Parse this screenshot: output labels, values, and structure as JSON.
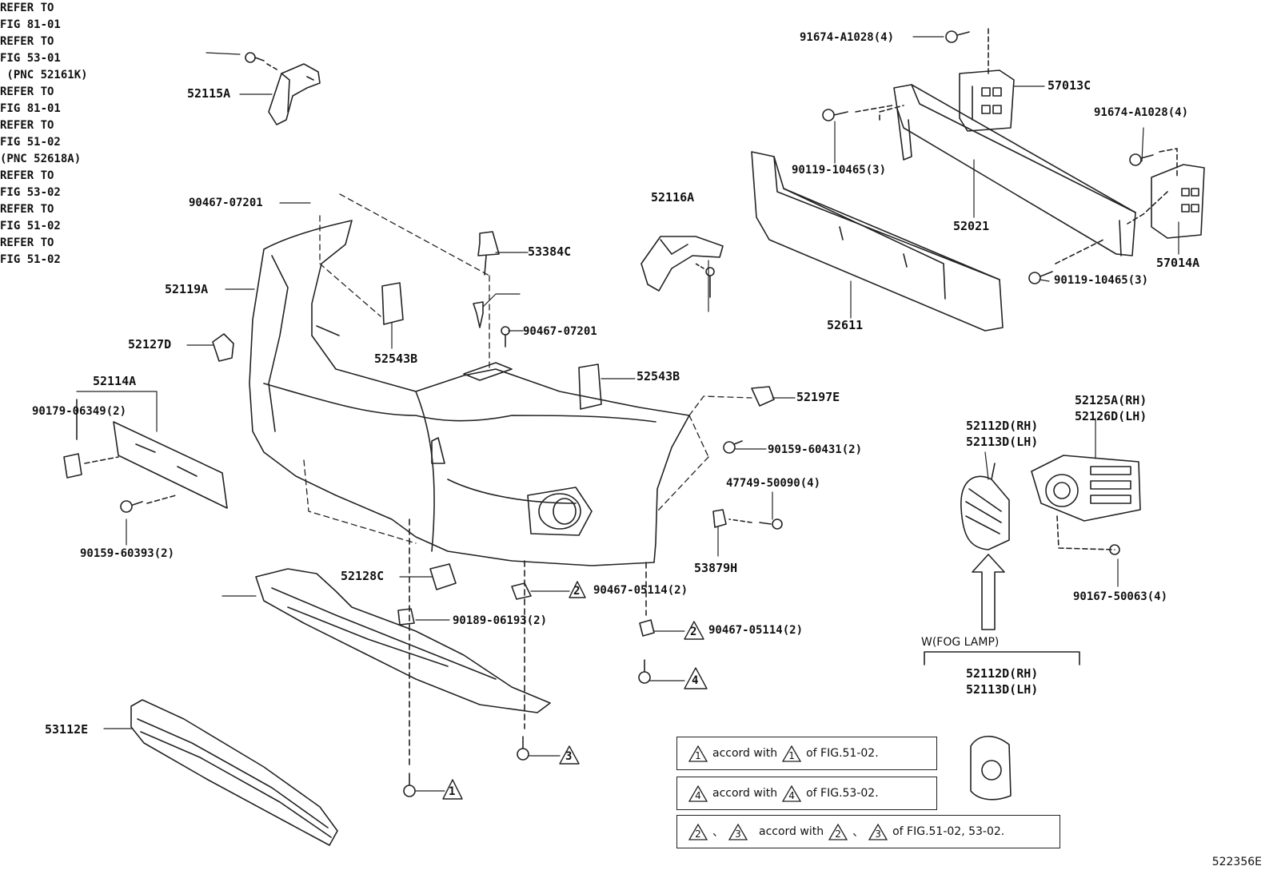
{
  "figure_id": "522356E",
  "parts": {
    "p52115A": "52115A",
    "refer_8101_top": "REFER TO\nFIG 81-01",
    "p90467_07201_a": "90467-07201",
    "p52119A": "52119A",
    "p52127D": "52127D",
    "p52114A": "52114A",
    "p90179": "90179-06349(2)",
    "p90159_60393": "90159-60393(2)",
    "p53384C": "53384C",
    "refer_5301": "REFER TO\nFIG 53-01\n (PNC 52161K)",
    "p90467_07201_b": "90467-07201",
    "p52543B_a": "52543B",
    "p52543B_b": "52543B",
    "p52116A": "52116A",
    "refer_8101_mid": "REFER TO\nFIG 81-01",
    "p91674_a": "91674-A1028(4)",
    "p57013C": "57013C",
    "p91674_b": "91674-A1028(4)",
    "p90119_a": "90119-10465(3)",
    "p52021": "52021",
    "p57014A": "57014A",
    "p90119_b": "90119-10465(3)",
    "p52611": "52611",
    "p52197E": "52197E",
    "p90159_60431": "90159-60431(2)",
    "p47749": "47749-50090(4)",
    "p53879H": "53879H",
    "p52112D_rh_a": "52112D(RH)",
    "p52113D_lh_a": "52113D(LH)",
    "p52125A": "52125A(RH)",
    "p52126D": "52126D(LH)",
    "p90167": "90167-50063(4)",
    "wfog": "W(FOG LAMP)",
    "p52112D_rh_b": "52112D(RH)",
    "p52113D_lh_b": "52113D(LH)",
    "refer_5102_left": "REFER TO\nFIG 51-02\n(PNC 52618A)",
    "p52128C": "52128C",
    "p90467_05114_a": "90467-05114(2)",
    "p90189": "90189-06193(2)",
    "p90467_05114_b": "90467-05114(2)",
    "refer_5302": "REFER TO\nFIG 53-02",
    "p53112E": "53112E",
    "refer_5102_c3": "REFER TO\nFIG 51-02",
    "refer_5102_c1": "REFER TO\nFIG 51-02"
  },
  "markers": {
    "m1": "1",
    "m2": "2",
    "m3": "3",
    "m4": "4"
  },
  "legend": {
    "row1": {
      "a": "1",
      "mid": "accord with",
      "b": "1",
      "tail": "of FIG.51-02."
    },
    "row2": {
      "a": "4",
      "mid": "accord with",
      "b": "4",
      "tail": "of FIG.53-02."
    },
    "row3": {
      "a": "2",
      "sep1": "、",
      "a2": "3",
      "mid": "accord with",
      "b": "2",
      "sep2": "、",
      "b2": "3",
      "tail": "of FIG.51-02, 53-02."
    }
  }
}
